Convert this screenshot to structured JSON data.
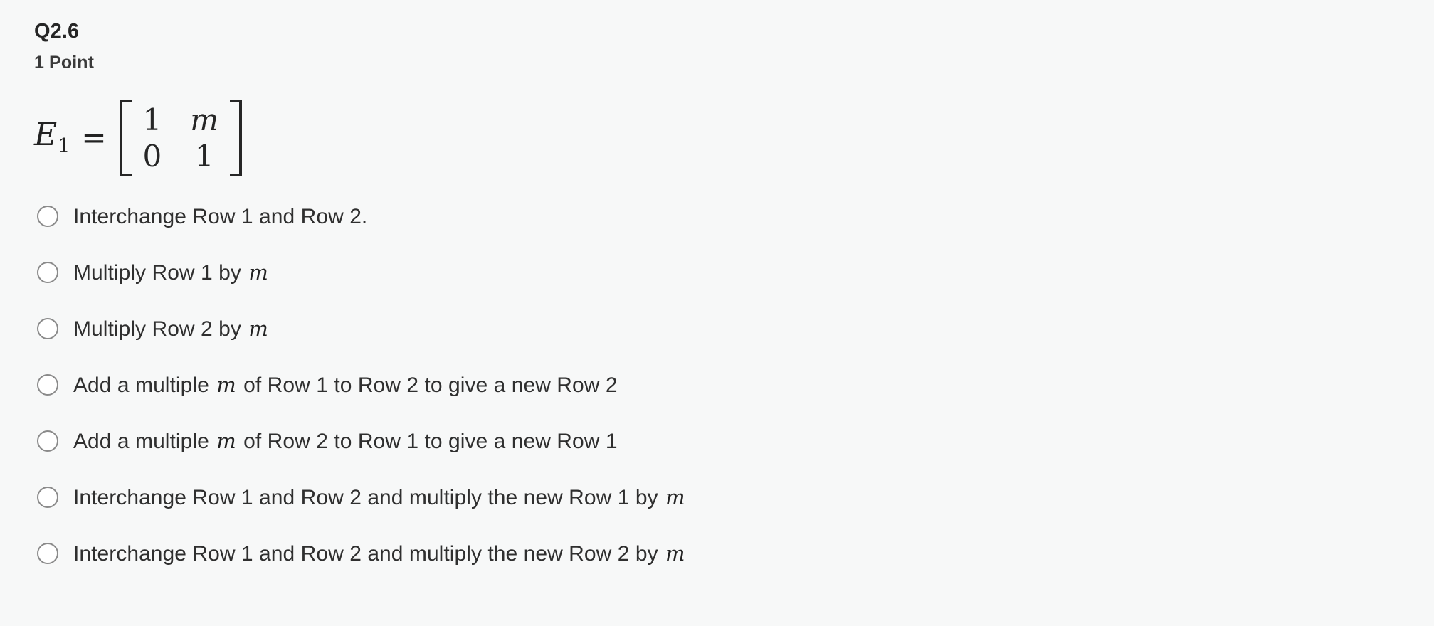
{
  "question": {
    "title": "Q2.6",
    "points": "1 Point",
    "formula": {
      "variable": "E",
      "subscript": "1",
      "equals": "=",
      "matrix": {
        "rows": [
          [
            "1",
            "m"
          ],
          [
            "0",
            "1"
          ]
        ],
        "italic_cells": [
          "m"
        ]
      },
      "latex": "E_1 = \\begin{bmatrix} 1 & m \\\\ 0 & 1 \\end{bmatrix}"
    },
    "options": [
      {
        "id": "option-1",
        "parts": [
          {
            "type": "text",
            "value": "Interchange Row 1 and Row 2."
          }
        ],
        "plain": "Interchange Row 1 and Row 2.",
        "selected": false
      },
      {
        "id": "option-2",
        "parts": [
          {
            "type": "text",
            "value": "Multiply Row 1 by "
          },
          {
            "type": "math",
            "value": "m"
          }
        ],
        "plain": "Multiply Row 1 by m",
        "selected": false
      },
      {
        "id": "option-3",
        "parts": [
          {
            "type": "text",
            "value": "Multiply Row 2 by "
          },
          {
            "type": "math",
            "value": "m"
          }
        ],
        "plain": "Multiply Row 2 by m",
        "selected": false
      },
      {
        "id": "option-4",
        "parts": [
          {
            "type": "text",
            "value": "Add a multiple "
          },
          {
            "type": "math",
            "value": "m"
          },
          {
            "type": "text",
            "value": " of Row 1 to Row 2 to give a new Row 2"
          }
        ],
        "plain": "Add a multiple m of Row 1 to Row 2 to give a new Row 2",
        "selected": false
      },
      {
        "id": "option-5",
        "parts": [
          {
            "type": "text",
            "value": "Add a multiple "
          },
          {
            "type": "math",
            "value": "m"
          },
          {
            "type": "text",
            "value": " of Row 2 to Row 1 to give a new Row 1"
          }
        ],
        "plain": "Add a multiple m of Row 2 to Row 1 to give a new Row 1",
        "selected": false
      },
      {
        "id": "option-6",
        "parts": [
          {
            "type": "text",
            "value": "Interchange Row 1 and Row 2 and multiply the new Row 1 by "
          },
          {
            "type": "math",
            "value": "m"
          }
        ],
        "plain": "Interchange Row 1 and Row 2 and multiply the new Row 1 by m",
        "selected": false
      },
      {
        "id": "option-7",
        "parts": [
          {
            "type": "text",
            "value": "Interchange Row 1 and Row 2 and multiply the new Row 2 by "
          },
          {
            "type": "math",
            "value": "m"
          }
        ],
        "plain": "Interchange Row 1 and Row 2 and multiply the new Row 2 by m",
        "selected": false
      }
    ]
  },
  "colors": {
    "background": "#f7f8f8",
    "text": "#2f2f2f",
    "heading": "#262626",
    "radio_border": "#8a8a8a",
    "radio_fill": "#ffffff"
  }
}
